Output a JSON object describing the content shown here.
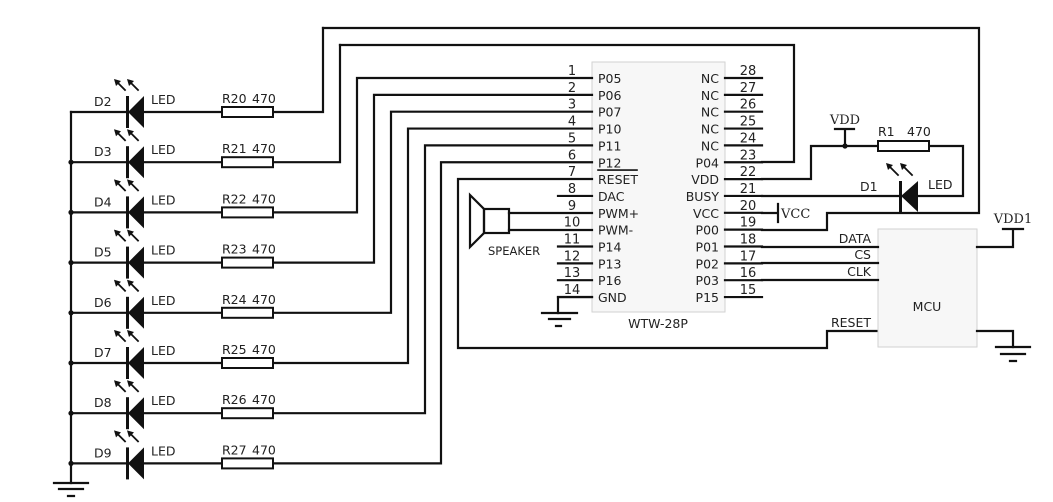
{
  "chip": {
    "name": "WTW-28P",
    "left_pins": [
      {
        "num": "1",
        "label": "P05"
      },
      {
        "num": "2",
        "label": "P06"
      },
      {
        "num": "3",
        "label": "P07"
      },
      {
        "num": "4",
        "label": "P10"
      },
      {
        "num": "5",
        "label": "P11"
      },
      {
        "num": "6",
        "label": "P12"
      },
      {
        "num": "7",
        "label": "RESET",
        "overline": true
      },
      {
        "num": "8",
        "label": "DAC"
      },
      {
        "num": "9",
        "label": "PWM+"
      },
      {
        "num": "10",
        "label": "PWM-"
      },
      {
        "num": "11",
        "label": "P14"
      },
      {
        "num": "12",
        "label": "P13"
      },
      {
        "num": "13",
        "label": "P16"
      },
      {
        "num": "14",
        "label": "GND"
      }
    ],
    "right_pins": [
      {
        "num": "28",
        "label": "NC"
      },
      {
        "num": "27",
        "label": "NC"
      },
      {
        "num": "26",
        "label": "NC"
      },
      {
        "num": "25",
        "label": "NC"
      },
      {
        "num": "24",
        "label": "NC"
      },
      {
        "num": "23",
        "label": "P04"
      },
      {
        "num": "22",
        "label": "VDD"
      },
      {
        "num": "21",
        "label": "BUSY"
      },
      {
        "num": "20",
        "label": "VCC"
      },
      {
        "num": "19",
        "label": "P00"
      },
      {
        "num": "18",
        "label": "P01"
      },
      {
        "num": "17",
        "label": "P02"
      },
      {
        "num": "16",
        "label": "P03"
      },
      {
        "num": "15",
        "label": "P15"
      }
    ]
  },
  "led_rows": [
    {
      "diode": "D2",
      "type": "LED",
      "resistor": "R20",
      "value": "470",
      "connects_to": "P00"
    },
    {
      "diode": "D3",
      "type": "LED",
      "resistor": "R21",
      "value": "470",
      "connects_to": "P04"
    },
    {
      "diode": "D4",
      "type": "LED",
      "resistor": "R22",
      "value": "470",
      "connects_to": "P05"
    },
    {
      "diode": "D5",
      "type": "LED",
      "resistor": "R23",
      "value": "470",
      "connects_to": "P06"
    },
    {
      "diode": "D6",
      "type": "LED",
      "resistor": "R24",
      "value": "470",
      "connects_to": "P07"
    },
    {
      "diode": "D7",
      "type": "LED",
      "resistor": "R25",
      "value": "470",
      "connects_to": "P10"
    },
    {
      "diode": "D8",
      "type": "LED",
      "resistor": "R26",
      "value": "470",
      "connects_to": "P11"
    },
    {
      "diode": "D9",
      "type": "LED",
      "resistor": "R27",
      "value": "470",
      "connects_to": "P12"
    }
  ],
  "speaker": {
    "label": "SPEAKER"
  },
  "busy_indicator": {
    "diode": "D1",
    "type": "LED",
    "resistor": "R1",
    "value": "470"
  },
  "power": {
    "vdd": "VDD",
    "vcc": "VCC",
    "vdd1": "VDD1"
  },
  "mcu": {
    "name": "MCU",
    "signals": {
      "data": "DATA",
      "cs": "CS",
      "clk": "CLK",
      "reset": "RESET"
    }
  }
}
